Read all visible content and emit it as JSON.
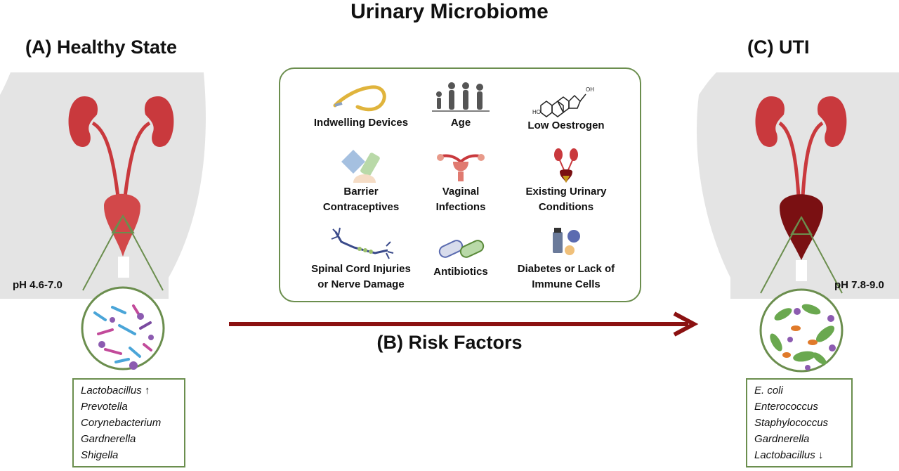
{
  "title": "Urinary Microbiome",
  "panels": {
    "healthy": {
      "label": "(A)",
      "title": "Healthy State",
      "ph": "pH 4.6-7.0",
      "species": [
        "Lactobacillus ↑",
        "Prevotella",
        "Corynebacterium",
        "Gardnerella",
        "Shigella"
      ]
    },
    "uti": {
      "label": "(C)",
      "title": "UTI",
      "ph": "pH 7.8-9.0",
      "species": [
        "E. coli",
        "Enterococcus",
        "Staphylococcus",
        "Gardnerella",
        "Lactobacillus ↓"
      ]
    }
  },
  "risk_factors": {
    "label": "(B)",
    "title": "Risk Factors",
    "items": [
      {
        "lines": [
          "Indwelling Devices"
        ],
        "icon": "catheter-icon"
      },
      {
        "lines": [
          "Age"
        ],
        "icon": "people-age-icon"
      },
      {
        "lines": [
          "Low Oestrogen"
        ],
        "icon": "oestrogen-molecule-icon"
      },
      {
        "lines": [
          "Barrier",
          "Contraceptives"
        ],
        "icon": "contraceptive-icon"
      },
      {
        "lines": [
          "Vaginal",
          "Infections"
        ],
        "icon": "uterus-icon"
      },
      {
        "lines": [
          "Existing Urinary",
          "Conditions"
        ],
        "icon": "urinary-tract-icon"
      },
      {
        "lines": [
          "Spinal Cord Injuries",
          "or Nerve Damage"
        ],
        "icon": "nerve-cell-icon"
      },
      {
        "lines": [
          "Antibiotics"
        ],
        "icon": "pills-icon"
      },
      {
        "lines": [
          "Diabetes or Lack of",
          "Immune Cells"
        ],
        "icon": "diabetes-icon"
      }
    ]
  },
  "colors": {
    "kidney": "#c9393d",
    "bladder_healthy": "#d2484a",
    "bladder_uti": "#7a1012",
    "arrow": "#8b1111",
    "box_border": "#6b8e4e",
    "body_grey": "#e4e4e4"
  }
}
